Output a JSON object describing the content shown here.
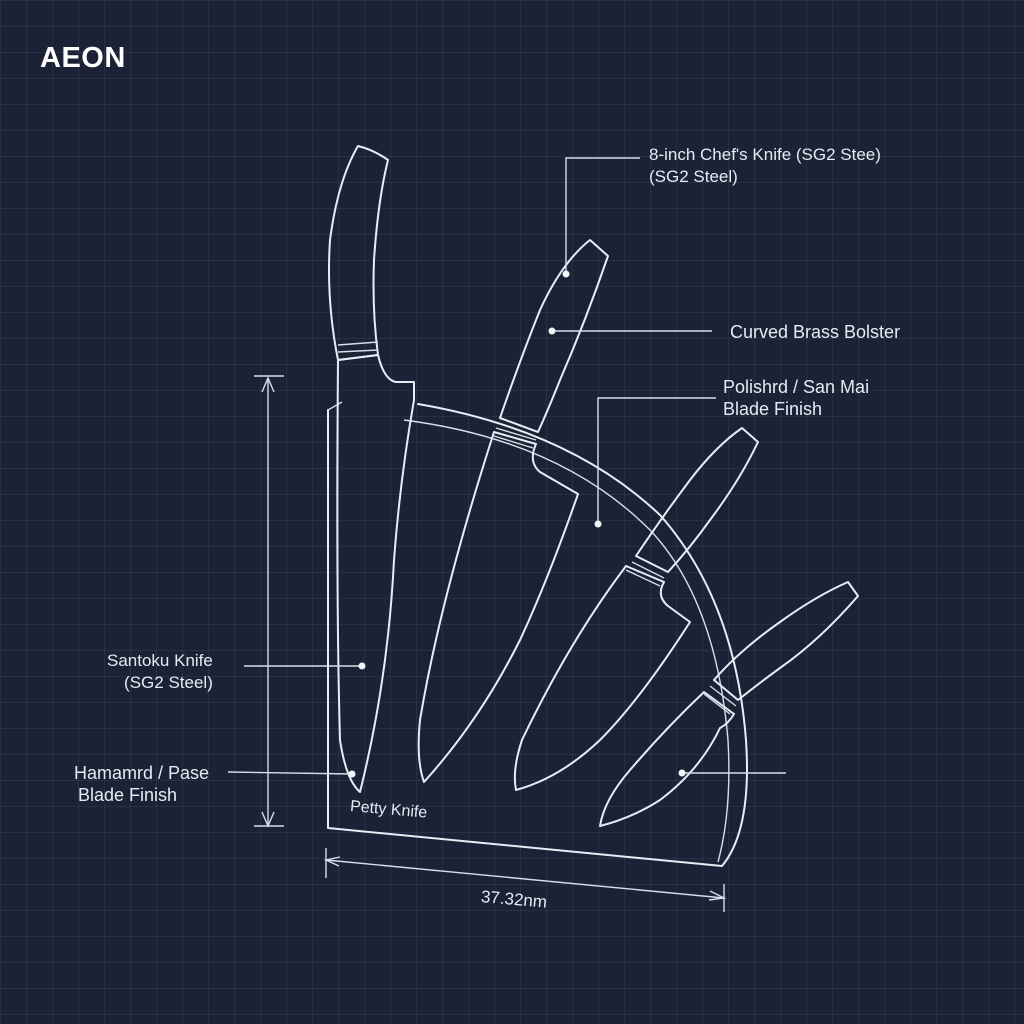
{
  "brand": {
    "name": "AEON"
  },
  "colors": {
    "background": "#1c2235",
    "grid": "#2f3852",
    "line": "#e8ecf4"
  },
  "callouts": {
    "chef_knife": {
      "line1": "8-inch Chef's Knife (SG2 Stee)",
      "line2": "(SG2 Steel)"
    },
    "bolster": {
      "line1": "Curved Brass Bolster"
    },
    "polished": {
      "line1": "Polishrd / San Mai",
      "line2": "Blade Finish"
    },
    "santoku": {
      "line1": "Santoku Knife",
      "line2": "(SG2 Steel)"
    },
    "hammered": {
      "line1": "Hamamrd / Pase",
      "line2": "Blade Finish"
    },
    "petty": {
      "line1": "Petty Knife"
    }
  },
  "dimensions": {
    "width_label": "37.32nm"
  }
}
